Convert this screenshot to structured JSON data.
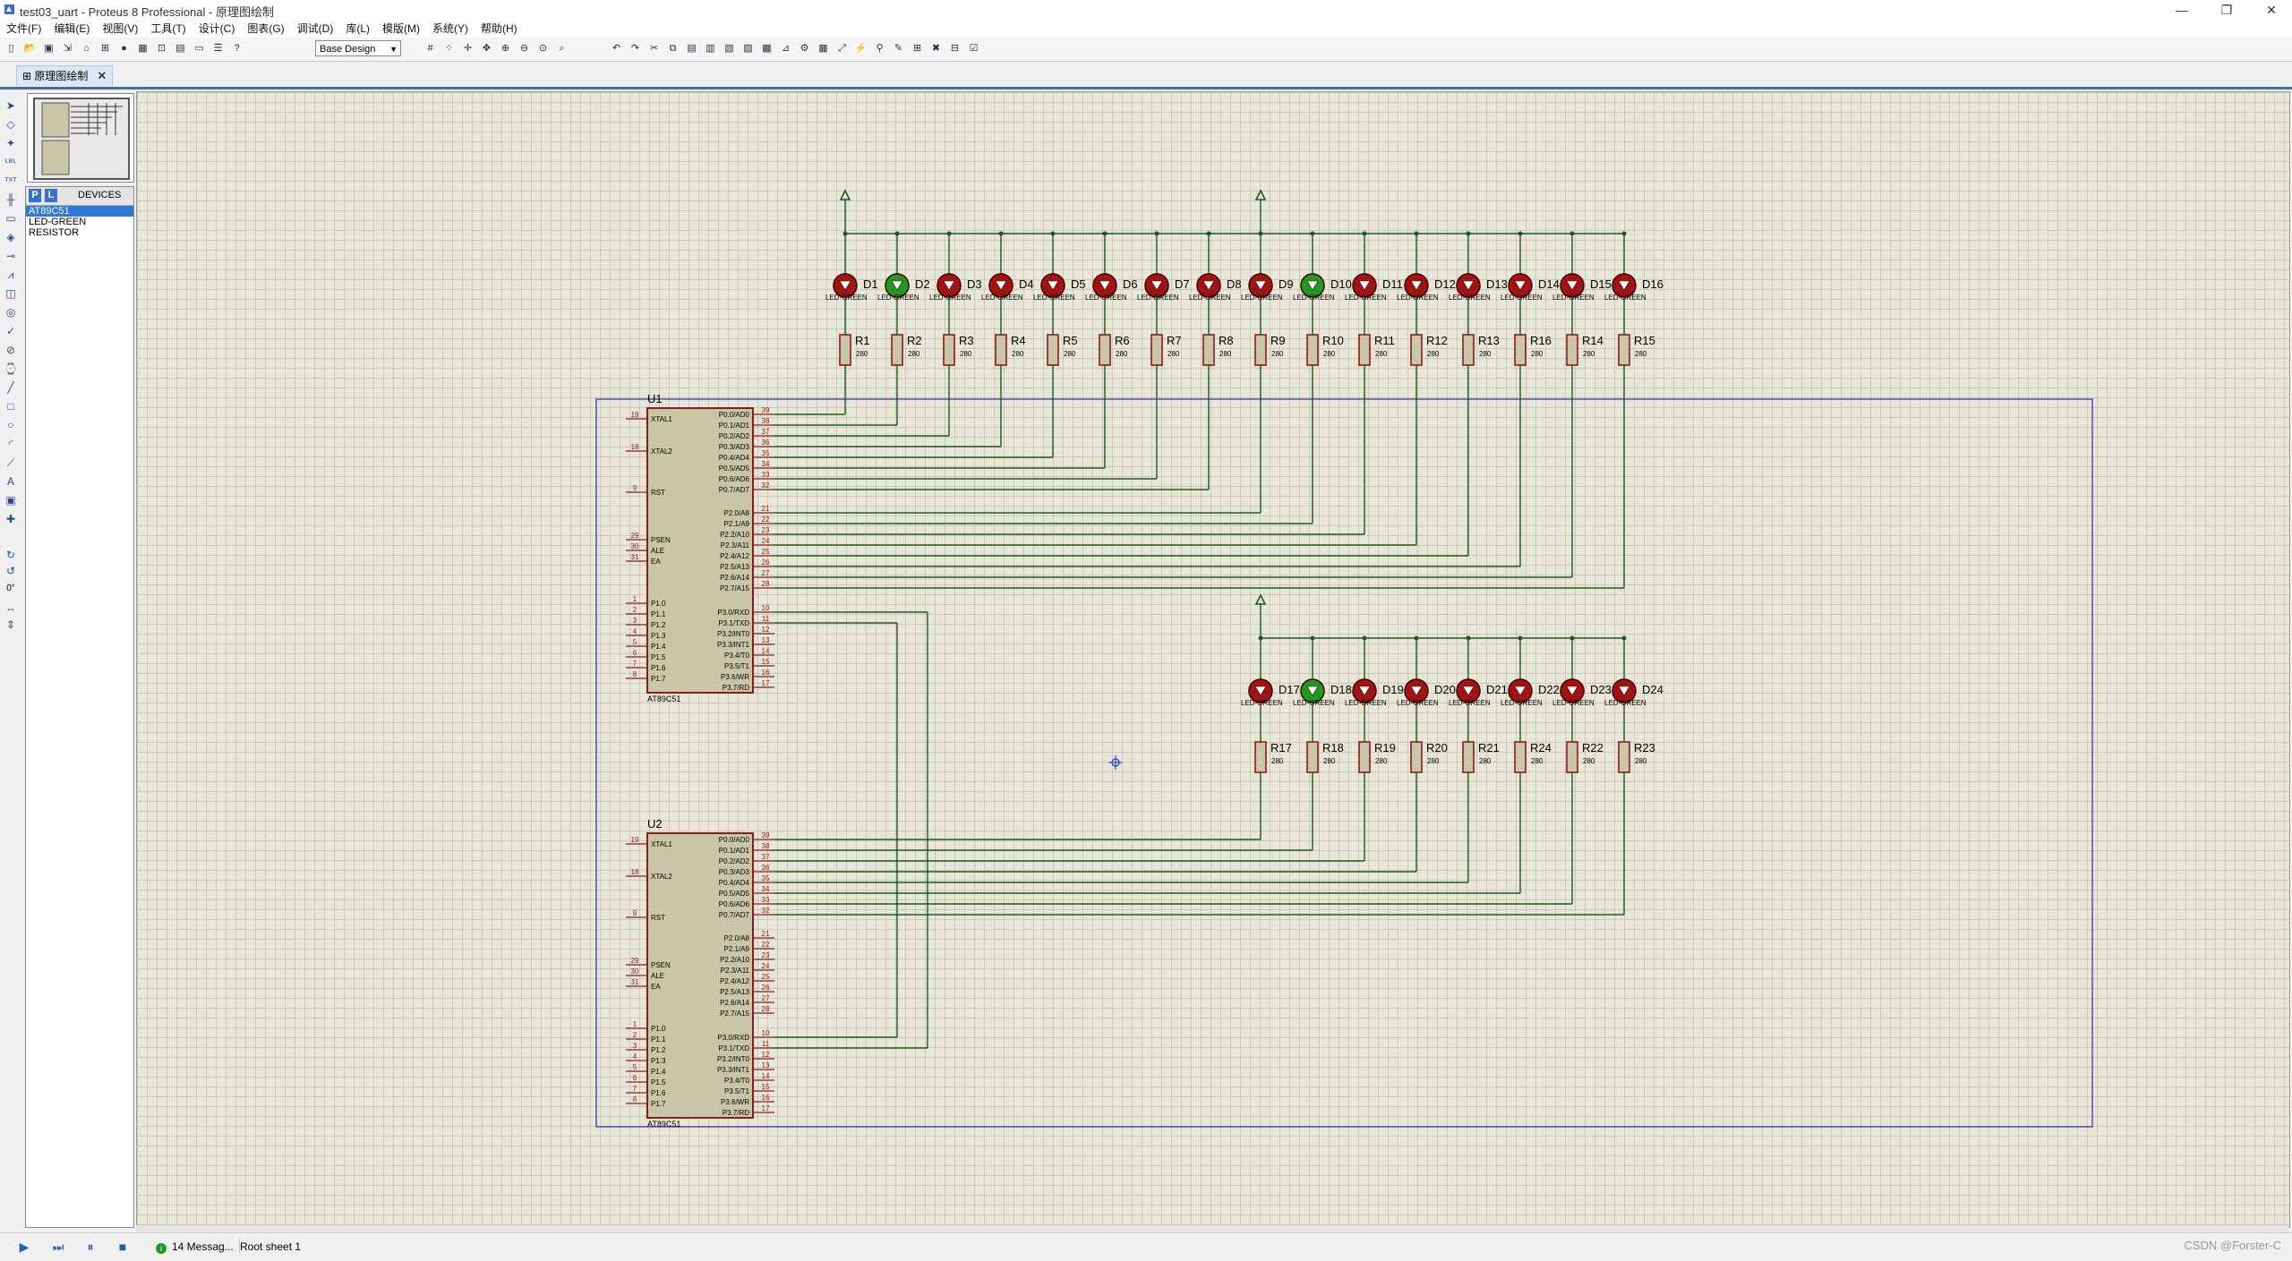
{
  "window": {
    "title": "test03_uart - Proteus 8 Professional - 原理图绘制",
    "controls": [
      "—",
      "❐",
      "✕"
    ]
  },
  "menu": [
    "文件(F)",
    "编辑(E)",
    "视图(V)",
    "工具(T)",
    "设计(C)",
    "图表(G)",
    "调试(D)",
    "库(L)",
    "模版(M)",
    "系统(Y)",
    "帮助(H)"
  ],
  "toolbar": {
    "design_select": "Base Design",
    "icons": [
      "new-file-icon",
      "open-file-icon",
      "save-icon",
      "import-icon",
      "home-icon",
      "schematic-icon",
      "stop-icon",
      "pcb-icon",
      "gerber-icon",
      "bom-icon",
      "doc-icon",
      "list-icon",
      "help-icon",
      "grid-icon",
      "dot-grid-icon",
      "origin-icon",
      "pan-icon",
      "zoom-in-icon",
      "zoom-out-icon",
      "zoom-all-icon",
      "zoom-area-icon",
      "undo-icon",
      "redo-icon",
      "cut-icon",
      "copy-icon",
      "paste-icon",
      "block-copy-icon",
      "block-move-icon",
      "block-rotate-icon",
      "block-delete-icon",
      "pick-device-icon",
      "make-device-icon",
      "package-icon",
      "decompose-icon",
      "wire-autoroute-icon",
      "search-icon",
      "property-icon",
      "new-sheet-icon",
      "remove-sheet-icon",
      "netlist-icon",
      "erc-icon"
    ]
  },
  "tab": {
    "label": "原理图绘制",
    "close": "✕"
  },
  "left_tools": [
    "pointer-icon",
    "component-icon",
    "junction-icon",
    "wire-label-icon",
    "text-script-icon",
    "bus-icon",
    "subcircuit-icon",
    "terminal-icon",
    "pin-icon",
    "graph-icon",
    "tape-icon",
    "generator-icon",
    "probe-v-icon",
    "probe-i-icon",
    "instrument-icon",
    "line-icon",
    "box-icon",
    "circle-icon",
    "arc-icon",
    "path-icon",
    "text-icon",
    "symbol-icon",
    "marker-icon",
    "rotate-cw-icon",
    "rotate-ccw-icon",
    "angle-field",
    "flip-h-icon",
    "flip-v-icon"
  ],
  "angle_value": "0°",
  "devices": {
    "header": "DEVICES",
    "p_btn": "P",
    "l_btn": "L",
    "items": [
      "AT89C51",
      "LED-GREEN",
      "RESISTOR"
    ],
    "selected_index": 0
  },
  "schematic": {
    "chips": [
      {
        "ref": "U1",
        "part": "AT89C51"
      },
      {
        "ref": "U2",
        "part": "AT89C51"
      }
    ],
    "left_pins": [
      {
        "num": "19",
        "name": "XTAL1"
      },
      {
        "num": "18",
        "name": "XTAL2"
      },
      {
        "num": "9",
        "name": "RST"
      },
      {
        "num": "29",
        "name": "PSEN"
      },
      {
        "num": "30",
        "name": "ALE"
      },
      {
        "num": "31",
        "name": "EA"
      },
      {
        "num": "1",
        "name": "P1.0"
      },
      {
        "num": "2",
        "name": "P1.1"
      },
      {
        "num": "3",
        "name": "P1.2"
      },
      {
        "num": "4",
        "name": "P1.3"
      },
      {
        "num": "5",
        "name": "P1.4"
      },
      {
        "num": "6",
        "name": "P1.5"
      },
      {
        "num": "7",
        "name": "P1.6"
      },
      {
        "num": "8",
        "name": "P1.7"
      }
    ],
    "right_pins": [
      {
        "num": "39",
        "name": "P0.0/AD0"
      },
      {
        "num": "38",
        "name": "P0.1/AD1"
      },
      {
        "num": "37",
        "name": "P0.2/AD2"
      },
      {
        "num": "36",
        "name": "P0.3/AD3"
      },
      {
        "num": "35",
        "name": "P0.4/AD4"
      },
      {
        "num": "34",
        "name": "P0.5/AD5"
      },
      {
        "num": "33",
        "name": "P0.6/AD6"
      },
      {
        "num": "32",
        "name": "P0.7/AD7"
      },
      {
        "num": "21",
        "name": "P2.0/A8"
      },
      {
        "num": "22",
        "name": "P2.1/A9"
      },
      {
        "num": "23",
        "name": "P2.2/A10"
      },
      {
        "num": "24",
        "name": "P2.3/A11"
      },
      {
        "num": "25",
        "name": "P2.4/A12"
      },
      {
        "num": "26",
        "name": "P2.5/A13"
      },
      {
        "num": "27",
        "name": "P2.6/A14"
      },
      {
        "num": "28",
        "name": "P2.7/A15"
      },
      {
        "num": "10",
        "name": "P3.0/RXD"
      },
      {
        "num": "11",
        "name": "P3.1/TXD"
      },
      {
        "num": "12",
        "name": "P3.2/INT0"
      },
      {
        "num": "13",
        "name": "P3.3/INT1"
      },
      {
        "num": "14",
        "name": "P3.4/T0"
      },
      {
        "num": "15",
        "name": "P3.5/T1"
      },
      {
        "num": "16",
        "name": "P3.6/WR"
      },
      {
        "num": "17",
        "name": "P3.7/RD"
      }
    ],
    "led_rows": [
      {
        "leds": [
          {
            "ref": "D1",
            "on": false
          },
          {
            "ref": "D2",
            "on": true
          },
          {
            "ref": "D3",
            "on": false
          },
          {
            "ref": "D4",
            "on": false
          },
          {
            "ref": "D5",
            "on": false
          },
          {
            "ref": "D6",
            "on": false
          },
          {
            "ref": "D7",
            "on": false
          },
          {
            "ref": "D8",
            "on": false
          },
          {
            "ref": "D9",
            "on": false
          },
          {
            "ref": "D10",
            "on": true
          },
          {
            "ref": "D11",
            "on": false
          },
          {
            "ref": "D12",
            "on": false
          },
          {
            "ref": "D13",
            "on": false
          },
          {
            "ref": "D14",
            "on": false
          },
          {
            "ref": "D15",
            "on": false
          },
          {
            "ref": "D16",
            "on": false
          }
        ],
        "resistors": [
          "R1",
          "R2",
          "R3",
          "R4",
          "R5",
          "R6",
          "R7",
          "R8",
          "R9",
          "R10",
          "R11",
          "R12",
          "R13",
          "R16",
          "R14",
          "R15"
        ]
      },
      {
        "leds": [
          {
            "ref": "D17",
            "on": false
          },
          {
            "ref": "D18",
            "on": true
          },
          {
            "ref": "D19",
            "on": false
          },
          {
            "ref": "D20",
            "on": false
          },
          {
            "ref": "D21",
            "on": false
          },
          {
            "ref": "D22",
            "on": false
          },
          {
            "ref": "D23",
            "on": false
          },
          {
            "ref": "D24",
            "on": false
          }
        ],
        "resistors": [
          "R17",
          "R18",
          "R19",
          "R20",
          "R21",
          "R24",
          "R22",
          "R23"
        ]
      }
    ],
    "led_part": "LED-GREEN",
    "resistor_value": "280"
  },
  "status": {
    "messages": "14 Messag...",
    "sheet": "Root sheet 1",
    "watermark": "CSDN @Forster-C"
  },
  "colors": {
    "wire": "#1c5a1c",
    "component": "#8b1a1a",
    "chip_fill": "#c8c6a6",
    "led_off": "#a01414",
    "led_on": "#1e9a1e",
    "box": "#2b2bb0"
  }
}
